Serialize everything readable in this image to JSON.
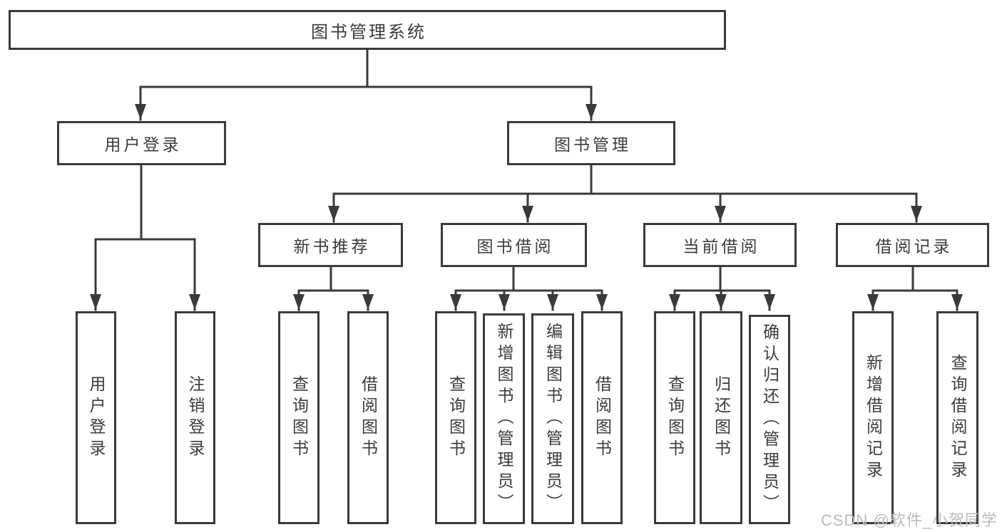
{
  "diagram_title": "图书管理系统",
  "tree": {
    "root": {
      "label": "图书管理系统"
    },
    "branches": [
      {
        "label": "用户登录",
        "leaves": [
          "用户登录",
          "注销登录"
        ]
      },
      {
        "label": "图书管理",
        "groups": [
          {
            "label": "新书推荐",
            "leaves": [
              "查询图书",
              "借阅图书"
            ]
          },
          {
            "label": "图书借阅",
            "leaves": [
              "查询图书",
              "新增图书（管理员）",
              "编辑图书（管理员）",
              "借阅图书"
            ]
          },
          {
            "label": "当前借阅",
            "leaves": [
              "查询图书",
              "归还图书",
              "确认归还（管理员）"
            ]
          },
          {
            "label": "借阅记录",
            "leaves": [
              "新增借阅记录",
              "查询借阅记录"
            ]
          }
        ]
      }
    ]
  },
  "watermark": {
    "text": "CSDN @软件_小贺同学"
  },
  "colors": {
    "line": "#3a3a3a",
    "text": "#3c3c3c",
    "background": "#ffffff",
    "watermark": "#bcbcbc"
  }
}
